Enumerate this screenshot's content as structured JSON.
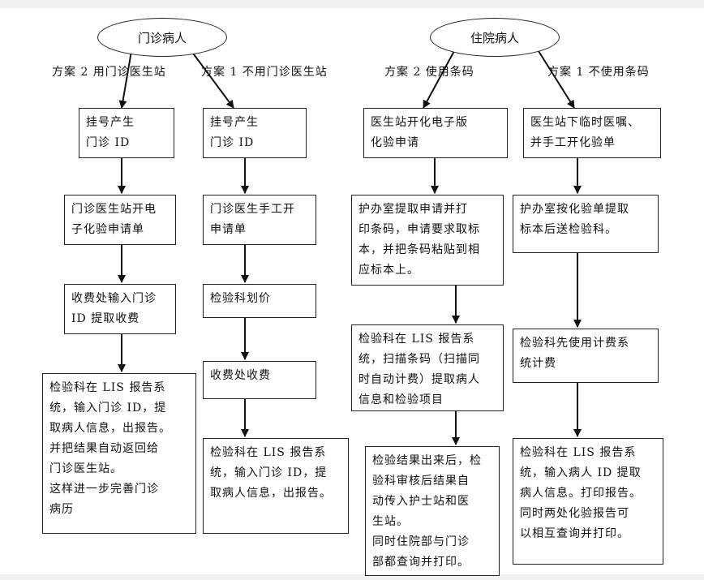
{
  "ovals": {
    "outpatient": "门诊病人",
    "inpatient": "住院病人"
  },
  "options": {
    "opd_2": "方案 2 用门诊医生站",
    "opd_1": "方案 1 不用门诊医生站",
    "ipd_2": "方案 2 使用条码",
    "ipd_1": "方案 1 不使用条码"
  },
  "column_opd_2": [
    [
      "挂号产生",
      "门诊 ID"
    ],
    [
      "门诊医生站开电",
      "子化验申请单"
    ],
    [
      "收费处输入门诊",
      "ID 提取收费"
    ],
    [
      "检验科在 LIS 报告系",
      "统，输入门诊 ID，提",
      "取病人信息，出报告。",
      "并把结果自动返回给",
      "门诊医生站。",
      "这样进一步完善门诊",
      "病历"
    ]
  ],
  "column_opd_1": [
    [
      "挂号产生",
      "门诊 ID"
    ],
    [
      "门诊医生手工开",
      "申请单"
    ],
    [
      "检验科划价"
    ],
    [
      "收费处收费"
    ],
    [
      "检验科在 LIS 报告系",
      "统，输入门诊 ID，提",
      "取病人信息，出报告。"
    ]
  ],
  "column_ipd_2": [
    [
      "医生站开化电子版",
      "化验申请"
    ],
    [
      "护办室提取申请并打",
      "印条码，申请要求取标",
      "本，并把条码粘贴到相",
      "应标本上。"
    ],
    [
      "检验科在 LIS 报告系",
      "统，扫描条码（扫描同",
      "时自动计费）提取病人",
      "信息和检验项目"
    ],
    [
      "检验结果出来后，检",
      "验科审核后结果自",
      "动传入护士站和医",
      "生站。",
      "同时住院部与门诊",
      "部都查询并打印。"
    ]
  ],
  "column_ipd_1": [
    [
      "医生站下临时医嘱、",
      "并手工开化验单"
    ],
    [
      "护办室按化验单提取",
      "标本后送检验科。"
    ],
    [
      "检验科先使用计费系",
      "统计费"
    ],
    [
      "检验科在 LIS 报告系",
      "统，输入病人 ID 提取",
      "病人信息。打印报告。",
      "同时两处化验报告可",
      "以相互查询并打印。"
    ]
  ]
}
